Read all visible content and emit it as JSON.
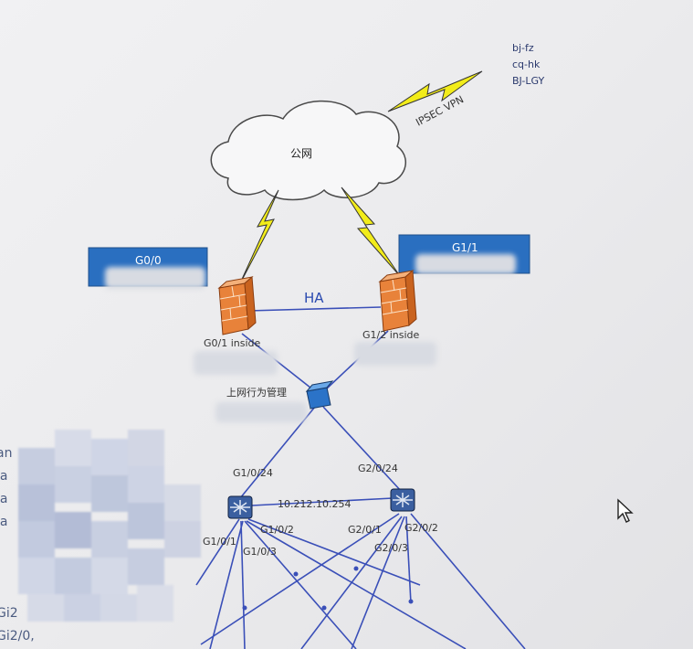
{
  "cloud_label": "公网",
  "vpn_label": "IPSEC VPN",
  "sites": [
    "bj-fz",
    "cq-hk",
    "BJ-LGY"
  ],
  "iface_left_box": "G0/0",
  "iface_right_box": "G1/1",
  "ha_label": "HA",
  "fw_left_inside": "G0/1 inside",
  "fw_right_inside": "G1/2 inside",
  "behavior_mgmt": "上网行为管理",
  "sw_left_uplink": "G1/0/24",
  "sw_right_uplink": "G2/0/24",
  "core_link_ip": "10.212.10.254",
  "sw_left_ports": [
    "G1/0/1",
    "G1/0/2",
    "G1/0/3"
  ],
  "sw_right_ports": [
    "G2/0/1",
    "G2/0/2",
    "G2/0/3"
  ],
  "left_margin_text": [
    "an",
    "la",
    "la",
    "la",
    "Gi2",
    "Gi2/0,"
  ],
  "colors": {
    "link": "#3a4fb8",
    "box": "#2a6fc0",
    "bolt": "#f2ec1a",
    "firewall": "#e8823a"
  }
}
